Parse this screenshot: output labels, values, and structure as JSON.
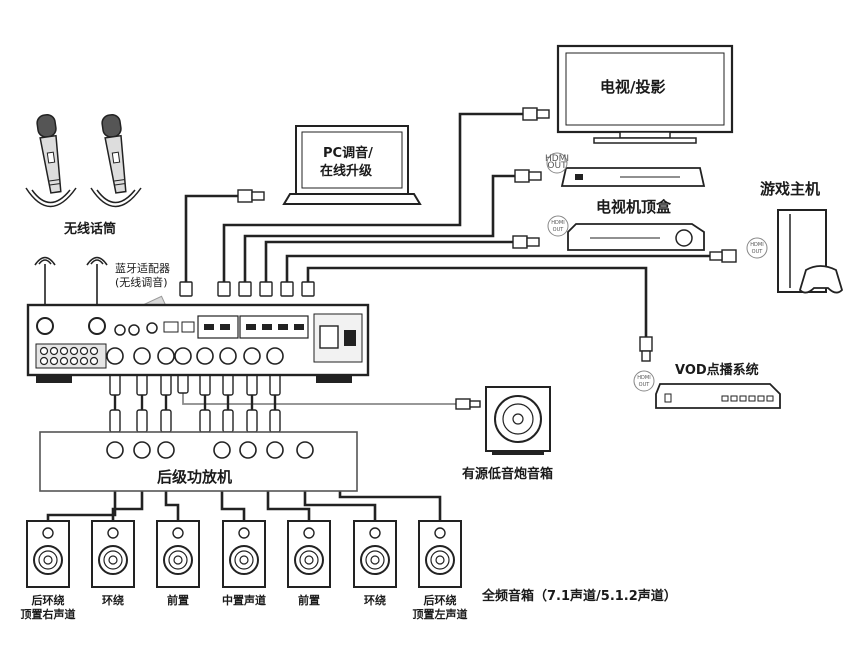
{
  "labels": {
    "wireless_mic": "无线话筒",
    "bt_adapter_line1": "蓝牙适配器",
    "bt_adapter_line2": "(无线调音)",
    "pc_line1": "PC调音/",
    "pc_line2": "在线升级",
    "tv": "电视/投影",
    "stb": "电视机顶盒",
    "game_console": "游戏主机",
    "vod": "VOD点播系统",
    "subwoofer": "有源低音炮音箱",
    "amplifier": "后级功放机",
    "full_range": "全频音箱（7.1声道/5.1.2声道）",
    "hdmi_out": "HDMI OUT"
  },
  "speakers": [
    {
      "line1": "后环绕",
      "line2": "顶置右声道"
    },
    {
      "line1": "环绕",
      "line2": ""
    },
    {
      "line1": "前置",
      "line2": ""
    },
    {
      "line1": "中置声道",
      "line2": ""
    },
    {
      "line1": "前置",
      "line2": ""
    },
    {
      "line1": "环绕",
      "line2": ""
    },
    {
      "line1": "后环绕",
      "line2": "顶置左声道"
    }
  ]
}
